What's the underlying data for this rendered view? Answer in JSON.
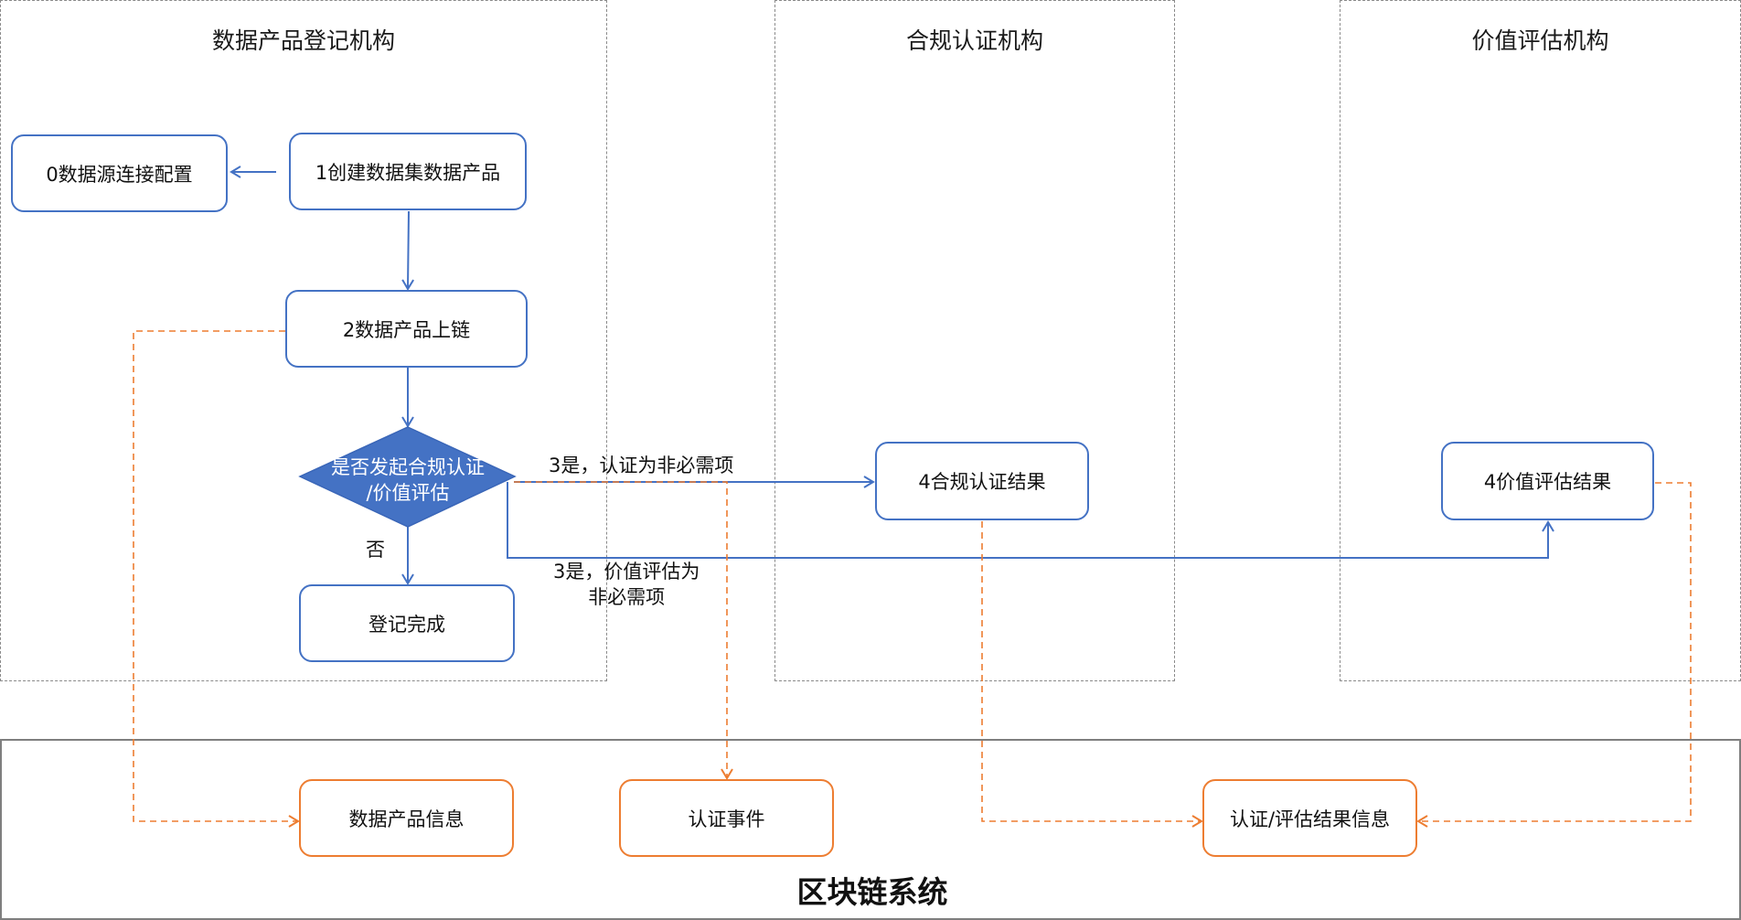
{
  "lanes": [
    {
      "title": "数据产品登记机构"
    },
    {
      "title": "合规认证机构"
    },
    {
      "title": "价值评估机构"
    }
  ],
  "blockchain": {
    "title": "区块链系统"
  },
  "nodes": {
    "n0": "0数据源连接配置",
    "n1": "1创建数据集数据产品",
    "n2": "2数据产品上链",
    "decision": {
      "line1": "是否发起合规认证",
      "line2": "/价值评估"
    },
    "done": "登记完成",
    "n4a": "4合规认证结果",
    "n4b": "4价值评估结果",
    "chain1": "数据产品信息",
    "chain2": "认证事件",
    "chain3": "认证/评估结果信息"
  },
  "edge_labels": {
    "no": "否",
    "yes_cert": "3是，认证为非必需项",
    "yes_eval_line1": "3是，价值评估为",
    "yes_eval_line2": "非必需项"
  },
  "colors": {
    "flow_blue": "#4472c4",
    "data_orange": "#ed7d31",
    "lane_border": "#8a8a8a",
    "chain_border": "#7f7f7f",
    "decision_fill": "#4472c4"
  }
}
